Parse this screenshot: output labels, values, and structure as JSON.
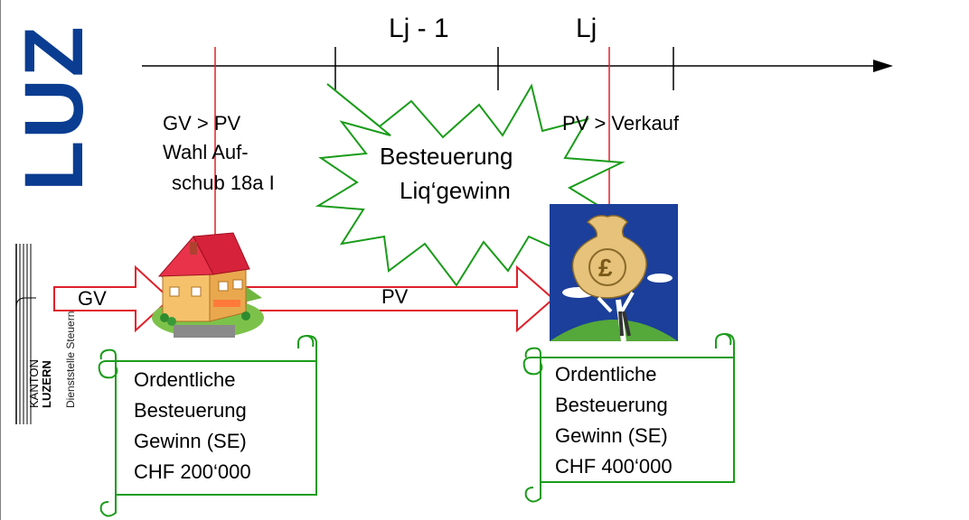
{
  "colors": {
    "logo_blue": "#0a3d91",
    "axis": "#000000",
    "marker_red": "#e0202a",
    "arrow_red": "#e0202a",
    "scroll_green": "#1a9c1a",
    "star_green": "#1a9c1a"
  },
  "logo": {
    "big_letters": "LUZ",
    "kanton": "KANTON",
    "luzern": "LUZERN",
    "dienststelle": "Dienststelle Steuern"
  },
  "timeline": {
    "period_prev": "Lj - 1",
    "period_curr": "Lj"
  },
  "notes": {
    "left_line1": "GV > PV",
    "left_line2": "Wahl Auf-",
    "left_line3": "schub 18a I",
    "right": "PV > Verkauf"
  },
  "star": {
    "line1": "Besteuerung",
    "line2": "Liq‘gewinn"
  },
  "arrows": {
    "gv": "GV",
    "pv": "PV"
  },
  "icons": {
    "house": "house-icon",
    "money_bag": "money-bag-icon",
    "currency_symbol": "£"
  },
  "scroll_left": {
    "line1": "Ordentliche",
    "line2": "Besteuerung",
    "line3": "Gewinn (SE)",
    "line4": "CHF 200‘000"
  },
  "scroll_right": {
    "line1": "Ordentliche",
    "line2": "Besteuerung",
    "line3": "Gewinn (SE)",
    "line4": "CHF 400‘000"
  }
}
